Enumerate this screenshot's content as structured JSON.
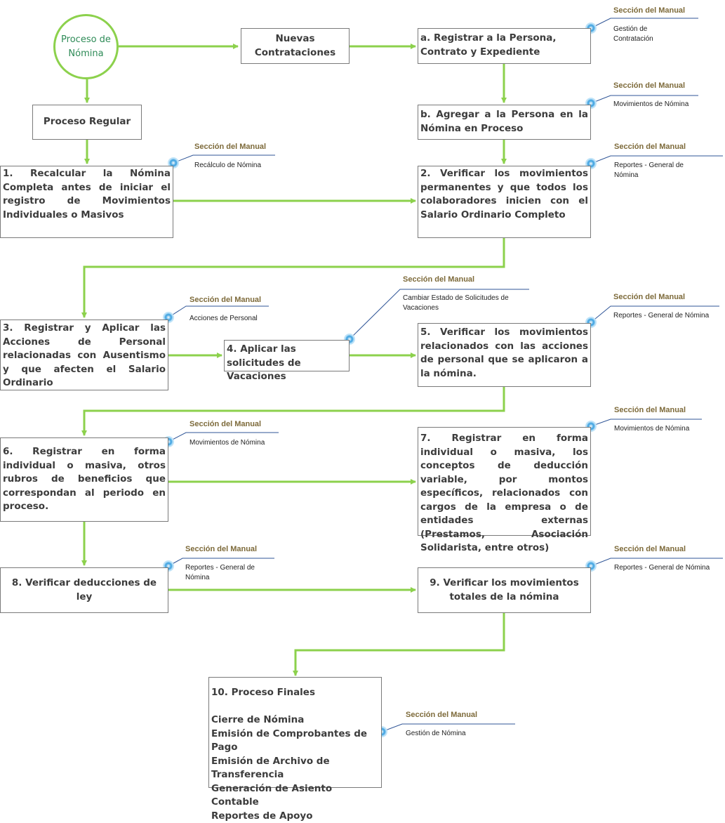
{
  "colors": {
    "connector": "#8cd14c",
    "callout_line": "#2f5597",
    "dot": "#3aa0e0",
    "box_border": "#7a7a7a"
  },
  "start": {
    "line1": "Proceso de",
    "line2": "Nómina"
  },
  "boxes": {
    "nuevas": {
      "line1": "Nuevas",
      "line2": "Contrataciones"
    },
    "regular": "Proceso Regular",
    "a": "a. Registrar a la Persona, Contrato y Expediente",
    "b": "b. Agregar a la Persona en la Nómina en Proceso",
    "s1": "1. Recalcular la Nómina Completa antes de iniciar el registro de Movimientos Individuales o Masivos",
    "s2": "2. Verificar los movimientos permanentes y que todos los colaboradores inicien con el Salario Ordinario Completo",
    "s3": "3. Registrar y Aplicar las Acciones de Personal relacionadas con Ausentismo y que afecten el Salario Ordinario",
    "s4": "4. Aplicar las solicitudes de Vacaciones",
    "s5": "5. Verificar los movimientos relacionados con las acciones de personal que se aplicaron a la nómina.",
    "s6": "6. Registrar en forma individual o masiva, otros rubros de beneficios que correspondan al periodo en proceso.",
    "s7": "7. Registrar en forma individual o masiva, los conceptos de deducción variable, por montos específicos, relacionados con cargos de la empresa o de entidades externas (Prestamos, Asociación Solidarista, entre otros)",
    "s8": "8. Verificar deducciones de ley",
    "s9": "9. Verificar los movimientos totales de la nómina",
    "s10": {
      "title": "10. Proceso Finales",
      "items": [
        "Cierre de Nómina",
        "Emisión de Comprobantes de Pago",
        "Emisión de Archivo de Transferencia",
        "Generación de Asiento Contable",
        "Reportes de Apoyo"
      ]
    }
  },
  "callouts": {
    "header": "Sección del Manual",
    "a": {
      "line1": "Gestión de",
      "line2": "Contratación"
    },
    "b": {
      "line1": "Movimientos de Nómina"
    },
    "s1": {
      "line1": "Recálculo de Nómina"
    },
    "s2": {
      "line1": "Reportes - General de",
      "line2": "Nómina"
    },
    "s3": {
      "line1": "Acciones de Personal"
    },
    "s4": {
      "line1": "Cambiar Estado de Solicitudes de",
      "line2": "Vacaciones"
    },
    "s5": {
      "line1": "Reportes - General de Nómina"
    },
    "s6": {
      "line1": "Movimientos de Nómina"
    },
    "s7": {
      "line1": "Movimientos de Nómina"
    },
    "s8": {
      "line1": "Reportes - General de",
      "line2": "Nómina"
    },
    "s9": {
      "line1": "Reportes - General de Nómina"
    },
    "s10": {
      "line1": "Gestión de Nómina"
    }
  }
}
